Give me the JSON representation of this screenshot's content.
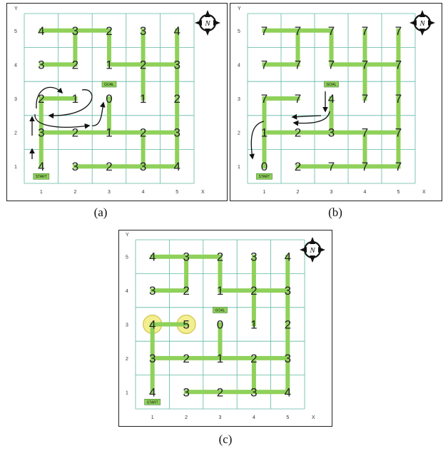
{
  "panels": [
    {
      "id": "a",
      "caption": "(a)",
      "values": [
        [
          4,
          3,
          2,
          3,
          4
        ],
        [
          3,
          2,
          1,
          2,
          3
        ],
        [
          2,
          1,
          0,
          1,
          2
        ],
        [
          3,
          2,
          1,
          2,
          3
        ],
        [
          4,
          3,
          2,
          3,
          4
        ]
      ],
      "start_label": "START",
      "goal_label": "GOAL",
      "axis_x": "X",
      "axis_y": "Y",
      "x_ticks": [
        "1",
        "2",
        "3",
        "4",
        "5"
      ],
      "y_ticks": [
        "1",
        "2",
        "3",
        "4",
        "5"
      ],
      "compass_label": "N",
      "highlight": []
    },
    {
      "id": "b",
      "caption": "(b)",
      "values": [
        [
          0,
          2,
          7,
          7,
          7
        ],
        [
          1,
          2,
          3,
          7,
          7
        ],
        [
          7,
          7,
          4,
          7,
          7
        ],
        [
          7,
          7,
          7,
          7,
          7
        ],
        [
          7,
          7,
          7,
          7,
          7
        ]
      ],
      "start_label": "START",
      "goal_label": "GOAL",
      "axis_x": "X",
      "axis_y": "Y",
      "x_ticks": [
        "1",
        "2",
        "3",
        "4",
        "5"
      ],
      "y_ticks": [
        "1",
        "2",
        "3",
        "4",
        "5"
      ],
      "compass_label": "N",
      "highlight": []
    },
    {
      "id": "c",
      "caption": "(c)",
      "values": [
        [
          4,
          3,
          2,
          3,
          4
        ],
        [
          3,
          2,
          1,
          2,
          3
        ],
        [
          4,
          5,
          0,
          1,
          2
        ],
        [
          3,
          2,
          1,
          2,
          3
        ],
        [
          4,
          3,
          2,
          3,
          4
        ]
      ],
      "start_label": "START",
      "goal_label": "GOAL",
      "axis_x": "X",
      "axis_y": "Y",
      "x_ticks": [
        "1",
        "2",
        "3",
        "4",
        "5"
      ],
      "y_ticks": [
        "1",
        "2",
        "3",
        "4",
        "5"
      ],
      "compass_label": "N",
      "highlight": [
        [
          1,
          3
        ],
        [
          2,
          3
        ]
      ]
    }
  ]
}
